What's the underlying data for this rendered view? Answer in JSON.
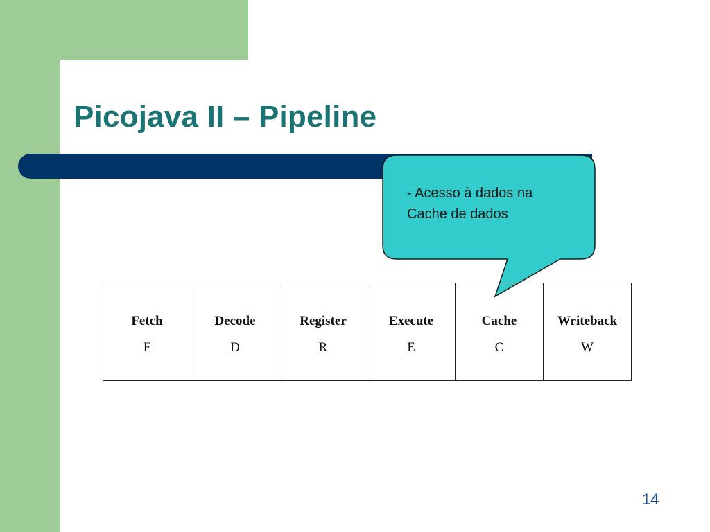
{
  "slide": {
    "title": "Picojava II – Pipeline",
    "page_number": "14"
  },
  "callout": {
    "lines": [
      "- Acesso à dados na",
      "Cache de dados"
    ],
    "fill_color": "#33cccc"
  },
  "pipeline": {
    "stages": [
      {
        "name": "Fetch",
        "letter": "F"
      },
      {
        "name": "Decode",
        "letter": "D"
      },
      {
        "name": "Register",
        "letter": "R"
      },
      {
        "name": "Execute",
        "letter": "E"
      },
      {
        "name": "Cache",
        "letter": "C"
      },
      {
        "name": "Writeback",
        "letter": "W"
      }
    ]
  },
  "colors": {
    "accent_green": "#9dcc97",
    "title_teal": "#1a7474",
    "bar_navy": "#003366"
  }
}
